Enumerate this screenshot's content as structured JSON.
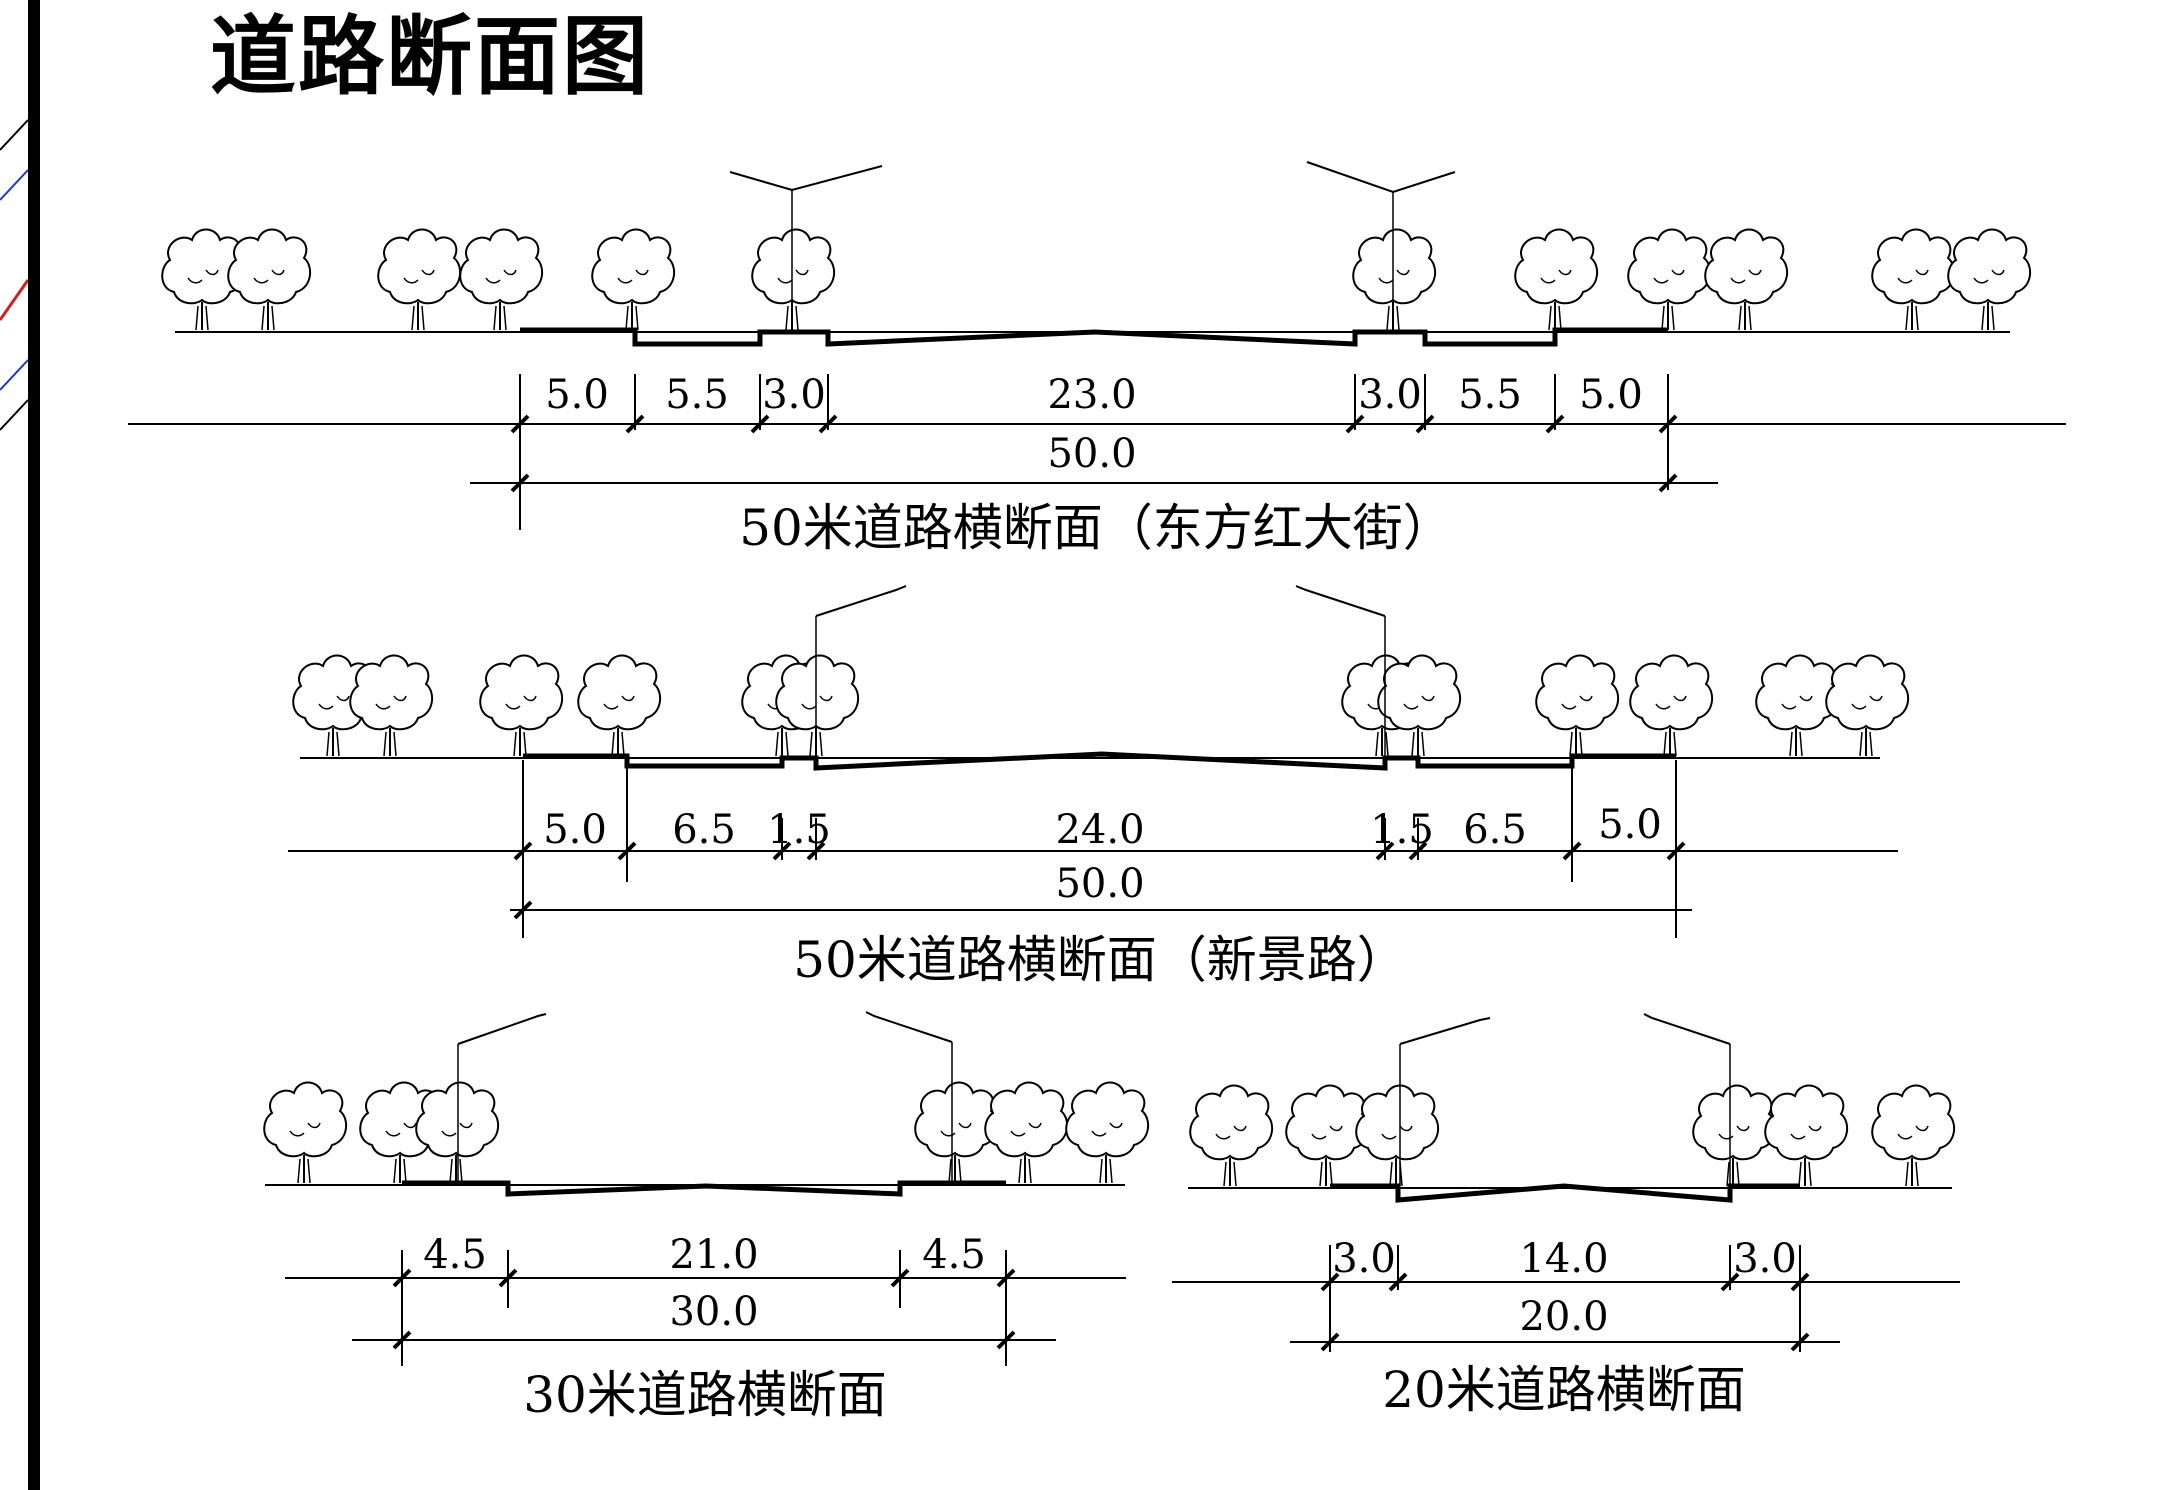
{
  "title": "道路断面图",
  "sections": [
    {
      "id": "s1",
      "caption": "50米道路横断面（东方红大街）",
      "segments": [
        "5.0",
        "5.5",
        "3.0",
        "23.0",
        "3.0",
        "5.5",
        "5.0"
      ],
      "total": "50.0"
    },
    {
      "id": "s2",
      "caption": "50米道路横断面（新景路）",
      "segments": [
        "5.0",
        "6.5",
        "1.5",
        "24.0",
        "1.5",
        "6.5",
        "5.0"
      ],
      "total": "50.0"
    },
    {
      "id": "s3",
      "caption": "30米道路横断面",
      "segments": [
        "4.5",
        "21.0",
        "4.5"
      ],
      "total": "30.0"
    },
    {
      "id": "s4",
      "caption": "20米道路横断面",
      "segments": [
        "3.0",
        "14.0",
        "3.0"
      ],
      "total": "20.0"
    }
  ]
}
